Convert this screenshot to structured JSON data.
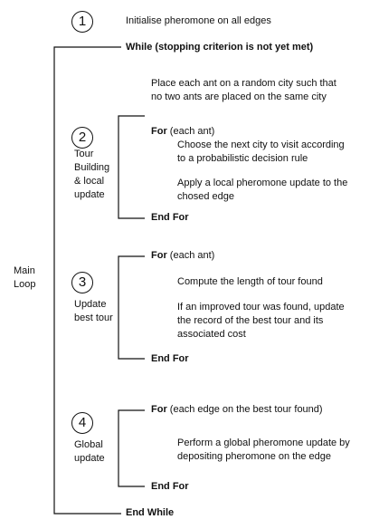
{
  "step1": {
    "number": "1",
    "text": "Initialise pheromone on all edges"
  },
  "while_loop": {
    "keyword": "While",
    "condition": " (stopping criterion is not yet met)",
    "end": "End While",
    "label_line1": "Main",
    "label_line2": "Loop"
  },
  "placement": {
    "line1": "Place each ant on a random city such that",
    "line2": "no two ants are placed on the same city"
  },
  "step2": {
    "number": "2",
    "label_lines": [
      "Tour",
      "Building",
      "& local",
      "update"
    ],
    "for_keyword": "For",
    "for_condition": " (each ant)",
    "action1_line1": "Choose the next city to visit according",
    "action1_line2": "to a probabilistic decision rule",
    "action2_line1": "Apply a local pheromone update to the",
    "action2_line2": "chosed edge",
    "end": "End For"
  },
  "step3": {
    "number": "3",
    "label_lines": [
      "Update",
      "best tour"
    ],
    "for_keyword": "For",
    "for_condition": " (each ant)",
    "action1": "Compute the length of tour found",
    "action2_line1": "If an improved tour was found, update",
    "action2_line2": "the record of the best tour and its",
    "action2_line3": "associated cost",
    "end": "End For"
  },
  "step4": {
    "number": "4",
    "label_lines": [
      "Global",
      "update"
    ],
    "for_keyword": "For",
    "for_condition": " (each edge on the best tour found)",
    "action1_line1": "Perform a global pheromone update by",
    "action1_line2": "depositing pheromone on the edge",
    "end": "End For"
  }
}
